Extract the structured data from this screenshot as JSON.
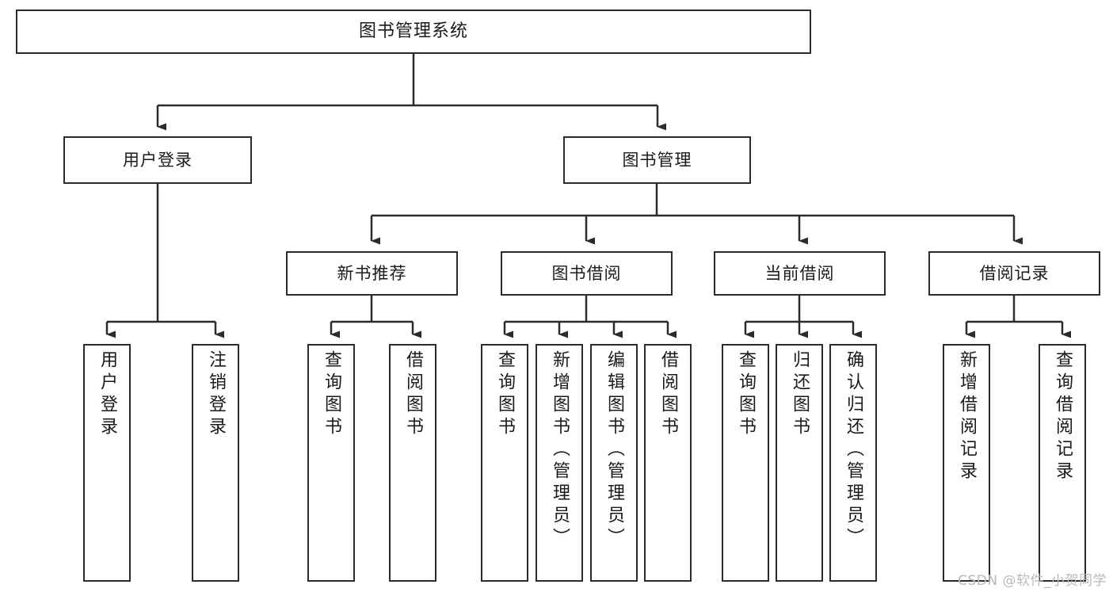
{
  "diagram": {
    "title": "图书管理系统",
    "type": "tree-hierarchy",
    "watermark": "CSDN @软件_小贺同学",
    "colors": {
      "box_border": "#2b2b2b",
      "box_fill": "#ffffff",
      "connector": "#2b2b2b",
      "background": "#ffffff",
      "watermark": "#b9b9b9"
    },
    "root": {
      "label": "图书管理系统"
    },
    "level2": [
      {
        "label": "用户登录"
      },
      {
        "label": "图书管理"
      }
    ],
    "level3": [
      {
        "label": "新书推荐"
      },
      {
        "label": "图书借阅"
      },
      {
        "label": "当前借阅"
      },
      {
        "label": "借阅记录"
      }
    ],
    "leaves": {
      "user_login": [
        {
          "label": "用户登录"
        },
        {
          "label": "注销登录"
        }
      ],
      "new_book_recommend": [
        {
          "label": "查询图书"
        },
        {
          "label": "借阅图书"
        }
      ],
      "book_borrow": [
        {
          "label": "查询图书"
        },
        {
          "label": "新增图书（管理员）"
        },
        {
          "label": "编辑图书（管理员）"
        },
        {
          "label": "借阅图书"
        }
      ],
      "current_borrow": [
        {
          "label": "查询图书"
        },
        {
          "label": "归还图书"
        },
        {
          "label": "确认归还（管理员）"
        }
      ],
      "borrow_record": [
        {
          "label": "新增借阅记录"
        },
        {
          "label": "查询借阅记录"
        }
      ]
    }
  }
}
